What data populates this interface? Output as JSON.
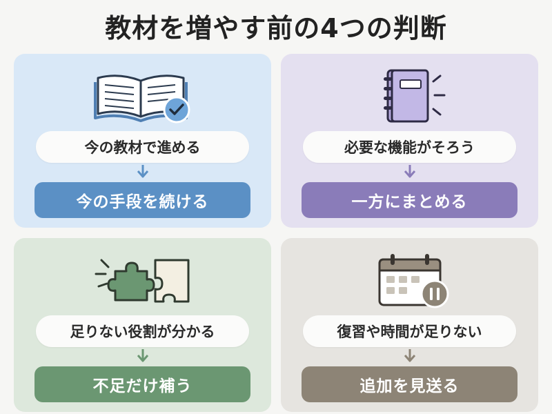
{
  "title": "教材を増やす前の4つの判断",
  "panels": [
    {
      "icon": "open-book-check-icon",
      "condition": "今の教材で進める",
      "action": "今の手段を続ける",
      "accent": "#5b90c5"
    },
    {
      "icon": "notebook-icon",
      "condition": "必要な機能がそろう",
      "action": "一方にまとめる",
      "accent": "#8a7cb9"
    },
    {
      "icon": "puzzle-pieces-icon",
      "condition": "足りない役割が分かる",
      "action": "不足だけ補う",
      "accent": "#6b9772"
    },
    {
      "icon": "calendar-pause-icon",
      "condition": "復習や時間が足りない",
      "action": "追加を見送る",
      "accent": "#8d8476"
    }
  ]
}
